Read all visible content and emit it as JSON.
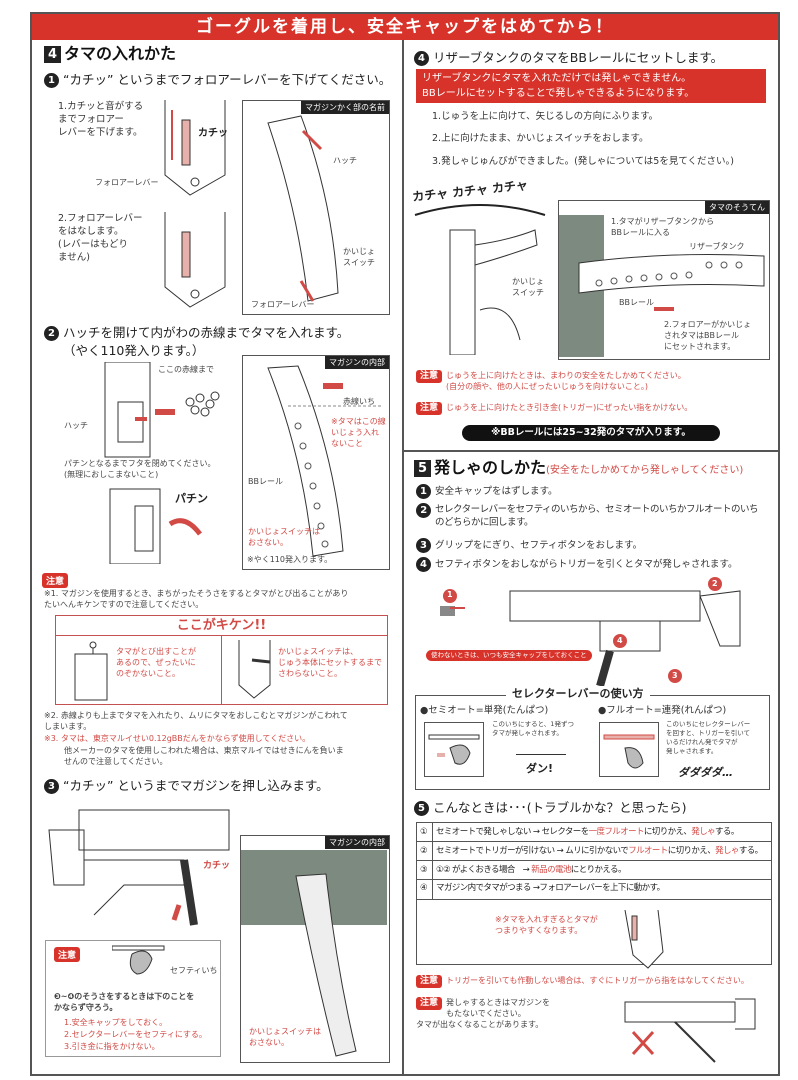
{
  "banner": "ゴーグルを着用し、安全キャップをはめてから！",
  "s4": {
    "num": "4",
    "title": "タマの入れかた",
    "step1": {
      "num": "1",
      "text": "“カチッ” というまでフォロアーレバーを下げてください。",
      "sub1": "1.カチッと音がする\nまでフォロアー\nレバーを下げます。",
      "click": "カチッ",
      "follower": "フォロアーレバー",
      "sub2": "2.フォロアーレバー\nをはなします。\n(レバーはもどり\nません)",
      "box_tag": "マガジンかく部の名前",
      "hatch": "ハッチ",
      "release": "かいじょ\nスイッチ",
      "follower2": "フォロアーレバー"
    },
    "step2": {
      "num": "2",
      "text": "ハッチを開けて内がわの赤線までタマを入れます。",
      "text2": "（やく110発入ります。）",
      "redline": "ここの赤線まで",
      "hatch": "ハッチ",
      "close": "パチンとなるまでフタを閉めてください。\n(無理におしこまないこと)",
      "snap": "パチン",
      "box_tag": "マガジンの内部",
      "redpos": "赤線いち",
      "note": "※タマはこの線\nいじょう入れ\nないこと",
      "rail": "BBレール",
      "nopress": "かいじょスイッチは\nおさない。",
      "cap": "※やく110発入ります。"
    },
    "caution": "注意",
    "note1": "※1. マガジンを使用するとき、まちがったそうさをするとタマがとび出ることがあり\nたいへんキケンですので注意してください。",
    "danger": {
      "title": "ここがキケン!!",
      "left": "タマがとび出すことが\nあるので、ぜったいに\nのぞかないこと。",
      "right": "かいじょスイッチは、\nじゅう本体にセットするまで\nさわらないこと。"
    },
    "note2": "※2. 赤線よりも上までタマを入れたり、ムリにタマをおしこむとマガジンがこわれて\nしまいます。",
    "note3a": "※3. タマは、東京マルイせい0.12gBBだんをかならず使用してください。",
    "note3b": "他メーカーのタマを使用しこわれた場合は、東京マルイではせきにんを負いま\nせんので注意してください。",
    "step3": {
      "num": "3",
      "text": "“カチッ” というまでマガジンを押し込みます。",
      "click": "カチッ",
      "box_tag": "マガジンの内部",
      "nopress": "かいじょスイッチは\nおさない。",
      "caution": "注意",
      "safety": "セフティいち",
      "rule": "❸~❹のそうさをするときは下のことを\nかならず守ろう。",
      "rules": [
        "1.安全キャップをしておく。",
        "2.セレクターレバーをセフティにする。",
        "3.引き金に指をかけない。"
      ]
    }
  },
  "s4r": {
    "num": "4",
    "title": "リザーブタンクのタマをBBレールにセットします。",
    "redbox": "リザーブタンクにタマを入れただけでは発しゃできません。\nBBレールにセットすることで発しゃできるようになります。",
    "items": [
      "1.じゅうを上に向けて、矢じるしの方向にふります。",
      "2.上に向けたまま、かいじょスイッチをおします。",
      "3.発しゃじゅんびができました。(発しゃについては5を見てください。)"
    ],
    "shake": "カチャ カチャ カチャ",
    "release": "かいじょ\nスイッチ",
    "box_tag": "タマのそうてん",
    "load1": "1.タマがリザーブタンクから\nBBレールに入る",
    "tank": "リザーブタンク",
    "rail": "BBレール",
    "load2": "2.フォロアーがかいじょ\nされタマはBBレール\nにセットされます。",
    "caution1": "じゅうを上に向けたときは、まわりの安全をたしかめてください。\n(自分の顔や、他の人にぜったいじゅうを向けないこと。)",
    "caution2": "じゅうを上に向けたとき引き金(トリガー)にぜったい指をかけない。",
    "pill": "※BBレールには25~32発のタマが入ります。"
  },
  "s5": {
    "num": "5",
    "title": "発しゃのしかた",
    "subtitle": "(安全をたしかめてから発しゃしてください)",
    "steps": [
      "安全キャップをはずします。",
      "セレクターレバーをセフティのいちから、セミオートのいちかフルオートのいち\nのどちらかに回します。",
      "グリップをにぎり、セフティボタンをおします。",
      "セフティボタンをおしながらトリガーを引くとタマが発しゃされます。"
    ],
    "capnote": "使わないときは、いつも安全キャップをしておくこと",
    "callouts": [
      "1",
      "2",
      "3",
      "4"
    ],
    "selector": {
      "title": "セレクターレバーの使い方",
      "semi": "●セミオート=単発(たんぱつ)",
      "semi_desc": "このいちにすると、1発ずつ\nタマが発しゃされます。",
      "semi_sfx": "ダン!",
      "full": "●フルオート=連発(れんぱつ)",
      "full_desc": "このいちにセレクターレバー\nを回すと、トリガーを引いて\nいるだけれん発でタマが\n発しゃされます。",
      "full_sfx": "ダダダダ…"
    },
    "trouble": {
      "num": "5",
      "title": "こんなときは･･･(トラブルかな？と思ったら)",
      "rows": [
        {
          "n": "①",
          "a": "セミオートで発しゃしない → セレクターを",
          "r": "一度フルオート",
          "b": "に切りかえ、",
          "r2": "発しゃ",
          "c": "する。"
        },
        {
          "n": "②",
          "a": "セミオートでトリガーが引けない → ムリに引かないで",
          "r": "フルオート",
          "b": "に切りかえ、",
          "r2": "発しゃ",
          "c": "する。"
        },
        {
          "n": "③",
          "a": "①② がよくおきる場合　→ ",
          "r": "新品の電池",
          "b": "にとりかえる。",
          "r2": "",
          "c": ""
        },
        {
          "n": "④",
          "a": "マガジン内でタマがつまる →フォロアーレバーを上下に動かす。",
          "r": "",
          "b": "",
          "r2": "",
          "c": ""
        }
      ],
      "note": "※タマを入れすぎるとタマが\nつまりやすくなります。"
    },
    "caution1": "トリガーを引いても作動しない場合は、すぐにトリガーから指をはなしてください。",
    "caution2": "発しゃするときはマガジンを\nもたないでください。\nタマが出なくなることがあります。",
    "caution": "注意"
  },
  "colors": {
    "accent": "#d8332a",
    "text": "#222222"
  }
}
